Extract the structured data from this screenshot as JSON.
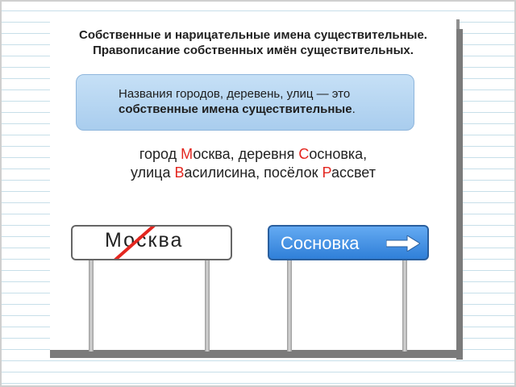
{
  "title": {
    "line1": "Собственные и нарицательные имена существительные.",
    "line2": "Правописание собственных имён существительных."
  },
  "rule": {
    "line1": "Названия городов, деревень, улиц — это",
    "line2_bold": "собственные имена существительные",
    "line2_end": "."
  },
  "examples": {
    "line1": [
      {
        "t": "город ",
        "red": false
      },
      {
        "t": "М",
        "red": true
      },
      {
        "t": "осква, деревня ",
        "red": false
      },
      {
        "t": "С",
        "red": true
      },
      {
        "t": "основка,",
        "red": false
      }
    ],
    "line2": [
      {
        "t": "улица ",
        "red": false
      },
      {
        "t": "В",
        "red": true
      },
      {
        "t": "асилисина, посёлок ",
        "red": false
      },
      {
        "t": "Р",
        "red": true
      },
      {
        "t": "ассвет",
        "red": false
      }
    ]
  },
  "signs": {
    "left": {
      "label": "Москва",
      "crossed": true,
      "color": "#ffffff",
      "strike_color": "#e3261f"
    },
    "right": {
      "label": "Сосновка",
      "color": "#3a8be0",
      "arrow": "arrow-right-icon"
    }
  },
  "colors": {
    "accent_red": "#e3261f",
    "rule_box": "#b6d6f2",
    "sign_blue": "#3a8be0"
  }
}
